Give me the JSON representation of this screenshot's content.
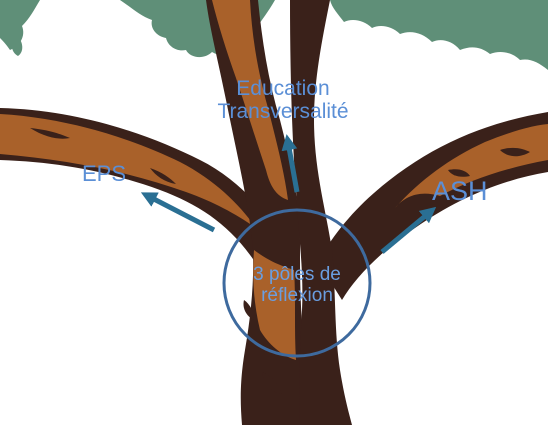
{
  "labels": {
    "eps": "EPS",
    "education_line1": "Education",
    "education_line2": "Transversalité",
    "ash": "ASH",
    "center_line1": "3 pôles de",
    "center_line2": "réflexion"
  },
  "colors": {
    "label_text": "#5b8fd6",
    "center_text": "#6a9ee0",
    "circle_stroke": "#3e6a9e",
    "arrow": "#2a6f93",
    "foliage": "#5f8f78",
    "bark_light": "#a9612a",
    "bark_dark": "#3a211a",
    "background": "#ffffff"
  },
  "icons": {
    "arrow_to_eps": "arrow-up-left-icon",
    "arrow_to_education": "arrow-up-icon",
    "arrow_to_ash": "arrow-up-right-icon"
  }
}
